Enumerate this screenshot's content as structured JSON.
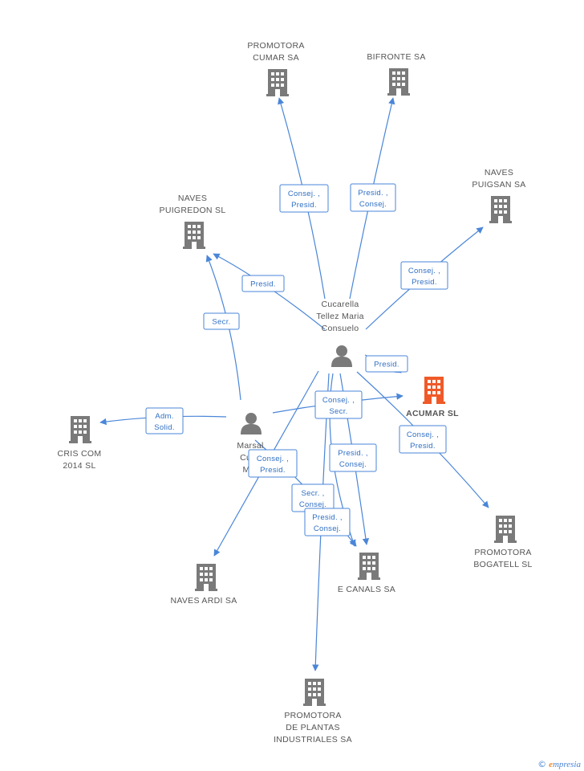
{
  "colors": {
    "edge": "#4a86d8",
    "company": "#7a7a7a",
    "focus_company": "#f05a28",
    "person": "#7a7a7a"
  },
  "nodes": [
    {
      "id": "promotora-cumar",
      "type": "company",
      "lines": [
        "PROMOTORA",
        "CUMAR SA"
      ]
    },
    {
      "id": "bifronte",
      "type": "company",
      "lines": [
        "BIFRONTE SA"
      ]
    },
    {
      "id": "naves-puigsan",
      "type": "company",
      "lines": [
        "NAVES",
        "PUIGSAN SA"
      ]
    },
    {
      "id": "naves-puigredon",
      "type": "company",
      "lines": [
        "NAVES",
        "PUIGREDON SL"
      ]
    },
    {
      "id": "cucarella",
      "type": "person",
      "lines": [
        "Cucarella",
        "Tellez Maria",
        "Consuelo"
      ]
    },
    {
      "id": "acumar",
      "type": "focus",
      "lines": [
        "ACUMAR SL"
      ]
    },
    {
      "id": "cris-com",
      "type": "company",
      "lines": [
        "CRIS COM",
        "2014  SL"
      ]
    },
    {
      "id": "marsal",
      "type": "person",
      "lines": [
        "Marsal",
        "Cuca",
        "Mar"
      ]
    },
    {
      "id": "promotora-bogatell",
      "type": "company",
      "lines": [
        "PROMOTORA",
        "BOGATELL SL"
      ]
    },
    {
      "id": "naves-ardi",
      "type": "company",
      "lines": [
        "NAVES ARDI SA"
      ]
    },
    {
      "id": "e-canals",
      "type": "company",
      "lines": [
        "E CANALS SA"
      ]
    },
    {
      "id": "promotora-plantas",
      "type": "company",
      "lines": [
        "PROMOTORA",
        "DE PLANTAS",
        "INDUSTRIALES SA"
      ]
    }
  ],
  "relations": [
    {
      "lines": [
        "Consej. ,",
        "Presid."
      ]
    },
    {
      "lines": [
        "Presid. ,",
        "Consej."
      ]
    },
    {
      "lines": [
        "Consej. ,",
        "Presid."
      ]
    },
    {
      "lines": [
        "Presid."
      ]
    },
    {
      "lines": [
        "Secr."
      ]
    },
    {
      "lines": [
        "Presid."
      ]
    },
    {
      "lines": [
        "Adm.",
        "Solid."
      ]
    },
    {
      "lines": [
        "Consej. ,",
        "Secr."
      ]
    },
    {
      "lines": [
        "Consej. ,",
        "Presid."
      ]
    },
    {
      "lines": [
        "Consej. ,",
        "Presid."
      ]
    },
    {
      "lines": [
        "Presid. ,",
        "Consej."
      ]
    },
    {
      "lines": [
        "Secr. ,",
        "Consej."
      ]
    },
    {
      "lines": [
        "Presid. ,",
        "Consej."
      ]
    }
  ],
  "footer": {
    "copyright": "©",
    "brand_initial": "e",
    "brand_rest": "mpresia"
  }
}
